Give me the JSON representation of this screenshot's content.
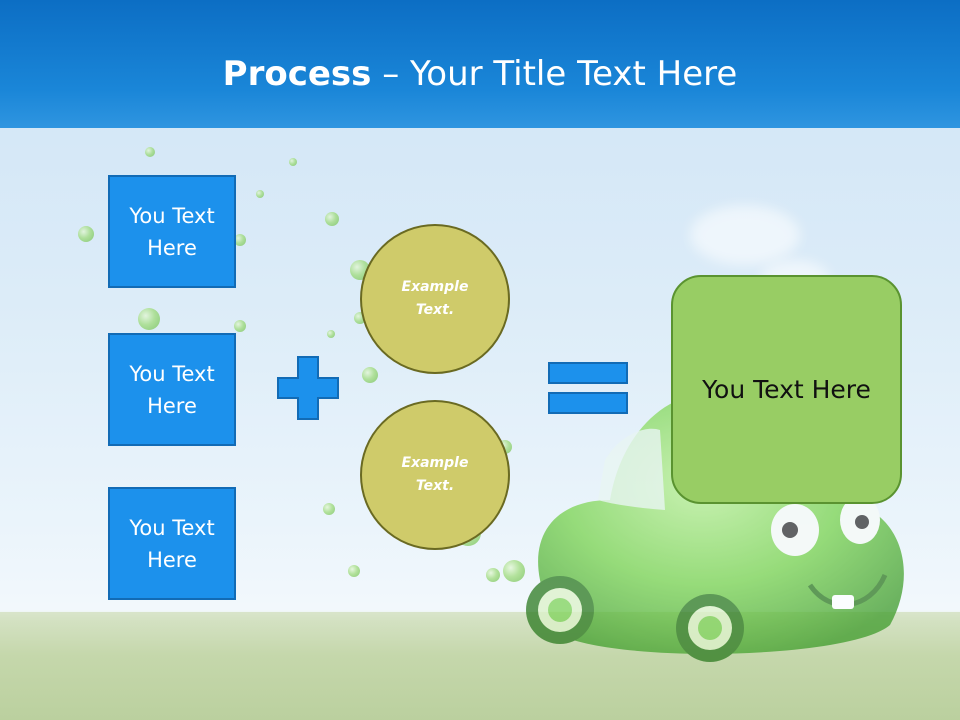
{
  "header": {
    "title_bold": "Process",
    "title_dash": " – ",
    "title_rest": "Your Title Text Here"
  },
  "inputs": [
    {
      "label": "You Text Here"
    },
    {
      "label": "You Text Here"
    },
    {
      "label": "You Text Here"
    }
  ],
  "operators": {
    "plus_icon": "plus-icon",
    "equals_icon": "equals-icon"
  },
  "examples": [
    {
      "label": "Example Text."
    },
    {
      "label": "Example Text."
    }
  ],
  "result": {
    "label": "You Text Here"
  },
  "colors": {
    "header": "#1a86d8",
    "input_box": "#1c91ec",
    "circle": "#cfcb6a",
    "result_box": "#98cd64"
  }
}
